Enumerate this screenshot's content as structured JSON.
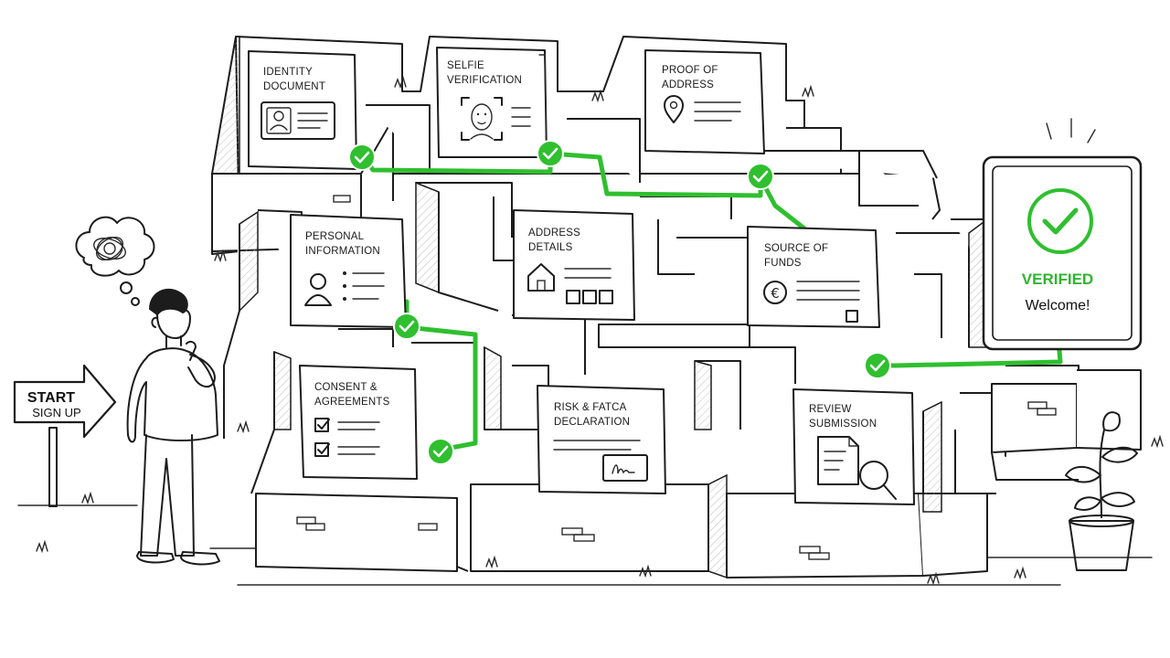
{
  "illustration": {
    "start_sign": {
      "title": "START",
      "subtitle": "SIGN UP"
    },
    "documents": [
      {
        "id": "identity",
        "line1": "IDENTITY",
        "line2": "DOCUMENT",
        "icon": "id-card-icon"
      },
      {
        "id": "selfie",
        "line1": "SELFIE",
        "line2": "VERIFICATION",
        "icon": "face-scan-icon"
      },
      {
        "id": "proof",
        "line1": "PROOF OF",
        "line2": "ADDRESS",
        "icon": "location-pin-icon"
      },
      {
        "id": "personal",
        "line1": "PERSONAL",
        "line2": "INFORMATION",
        "icon": "person-icon"
      },
      {
        "id": "address",
        "line1": "ADDRESS",
        "line2": "DETAILS",
        "icon": "house-icon"
      },
      {
        "id": "funds",
        "line1": "SOURCE OF",
        "line2": "FUNDS",
        "icon": "euro-coin-icon"
      },
      {
        "id": "consent",
        "line1": "CONSENT &",
        "line2": "AGREEMENTS",
        "icon": "checkbox-icon"
      },
      {
        "id": "risk",
        "line1": "RISK & FATCA",
        "line2": "DECLARATION",
        "icon": "signature-icon"
      },
      {
        "id": "review",
        "line1": "REVIEW",
        "line2": "SUBMISSION",
        "icon": "magnifier-icon"
      }
    ],
    "result": {
      "status": "VERIFIED",
      "message": "Welcome!"
    },
    "colors": {
      "accent": "#2fbf2f",
      "ink": "#1c1c1c",
      "background": "#ffffff"
    }
  }
}
